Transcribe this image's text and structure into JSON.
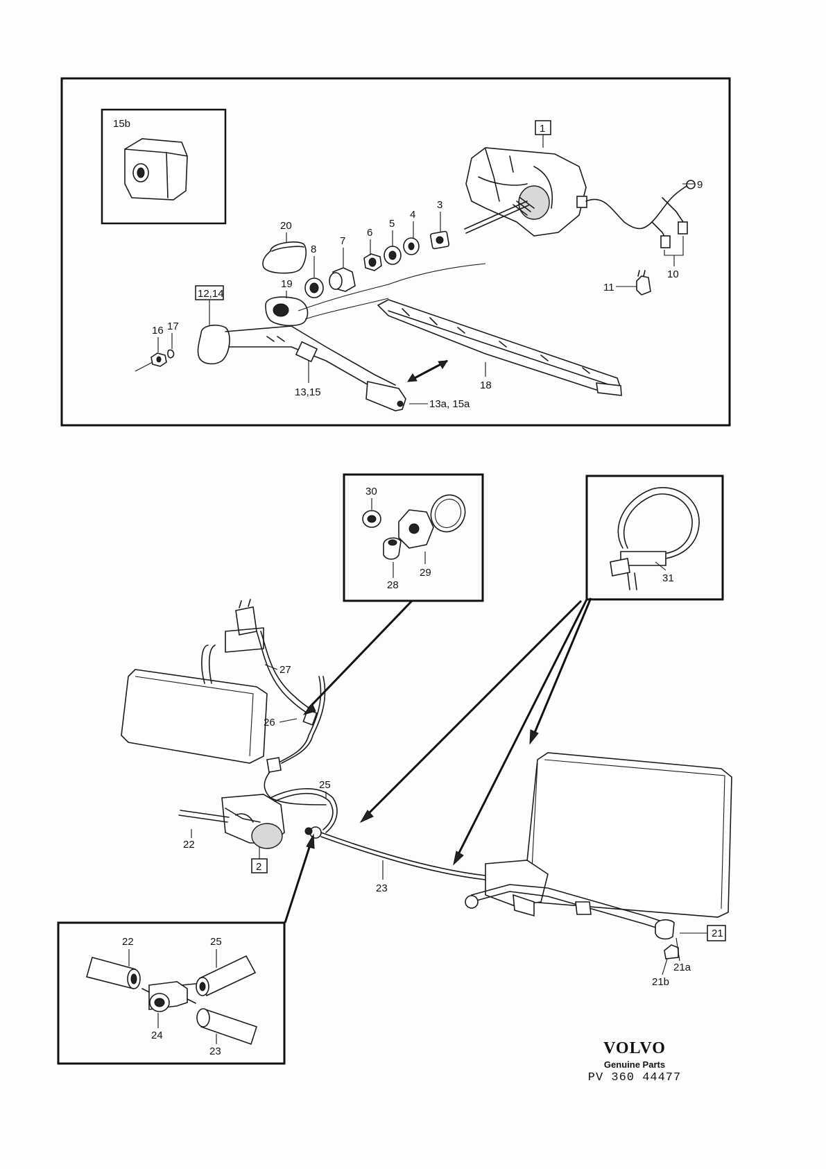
{
  "callouts": {
    "c1": "1",
    "c2": "2",
    "c3": "3",
    "c4": "4",
    "c5": "5",
    "c6": "6",
    "c7": "7",
    "c8": "8",
    "c9": "9",
    "c10": "10",
    "c11": "11",
    "c12_14": "12,14",
    "c13_15": "13,15",
    "c13a_15a": "13a, 15a",
    "c15b": "15b",
    "c16": "16",
    "c17": "17",
    "c18": "18",
    "c19": "19",
    "c20": "20",
    "c21": "21",
    "c21a": "21a",
    "c21b": "21b",
    "c22": "22",
    "c23": "23",
    "c24": "24",
    "c25": "25",
    "c26": "26",
    "c27": "27",
    "c28": "28",
    "c29": "29",
    "c30": "30",
    "c31": "31"
  },
  "inset": {
    "c22": "22",
    "c23": "23",
    "c24": "24",
    "c25": "25"
  },
  "brand": {
    "logo": "VOLVO",
    "subtitle": "Genuine Parts",
    "code": "PV  360 44477"
  }
}
